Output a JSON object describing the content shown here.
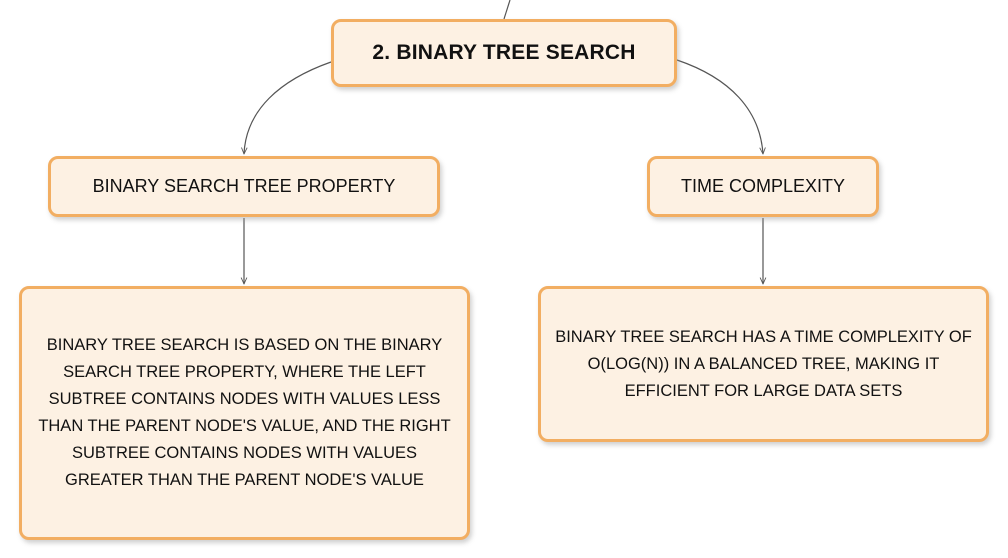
{
  "diagram": {
    "root": {
      "label": "2. BINARY TREE SEARCH"
    },
    "branches": [
      {
        "topic": "BINARY SEARCH TREE PROPERTY",
        "detail": "BINARY TREE SEARCH IS BASED ON THE BINARY SEARCH TREE PROPERTY, WHERE THE LEFT SUBTREE CONTAINS NODES WITH VALUES LESS THAN THE PARENT NODE'S VALUE, AND THE RIGHT SUBTREE CONTAINS NODES WITH VALUES GREATER THAN THE PARENT NODE'S VALUE"
      },
      {
        "topic": "TIME COMPLEXITY",
        "detail": "BINARY TREE SEARCH HAS A TIME COMPLEXITY OF O(LOG(N)) IN A BALANCED TREE, MAKING IT EFFICIENT FOR LARGE DATA SETS"
      }
    ],
    "colors": {
      "node_fill": "#fdf1e3",
      "node_border": "#f2ae62",
      "connector": "#555555",
      "text": "#111111"
    }
  }
}
